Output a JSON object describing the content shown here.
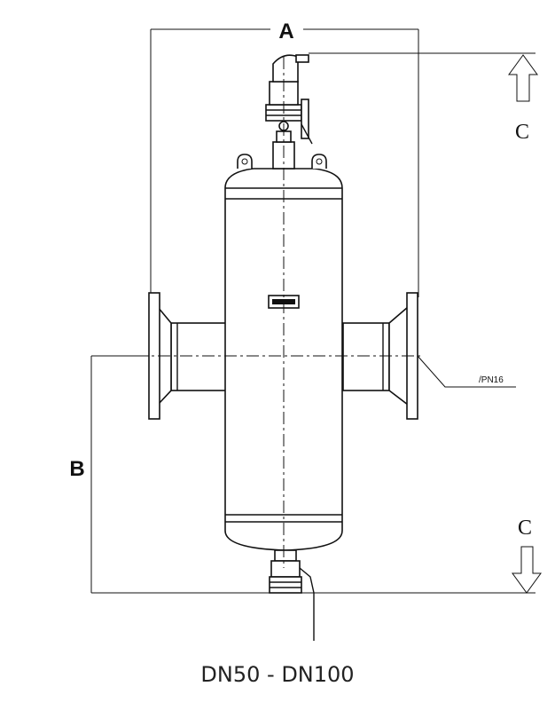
{
  "labels": {
    "dim_a": "A",
    "dim_b": "B",
    "dim_c_top": "C",
    "dim_c_bottom": "C",
    "pressure_rating": "/PN16",
    "caption": "DN50 - DN100"
  }
}
